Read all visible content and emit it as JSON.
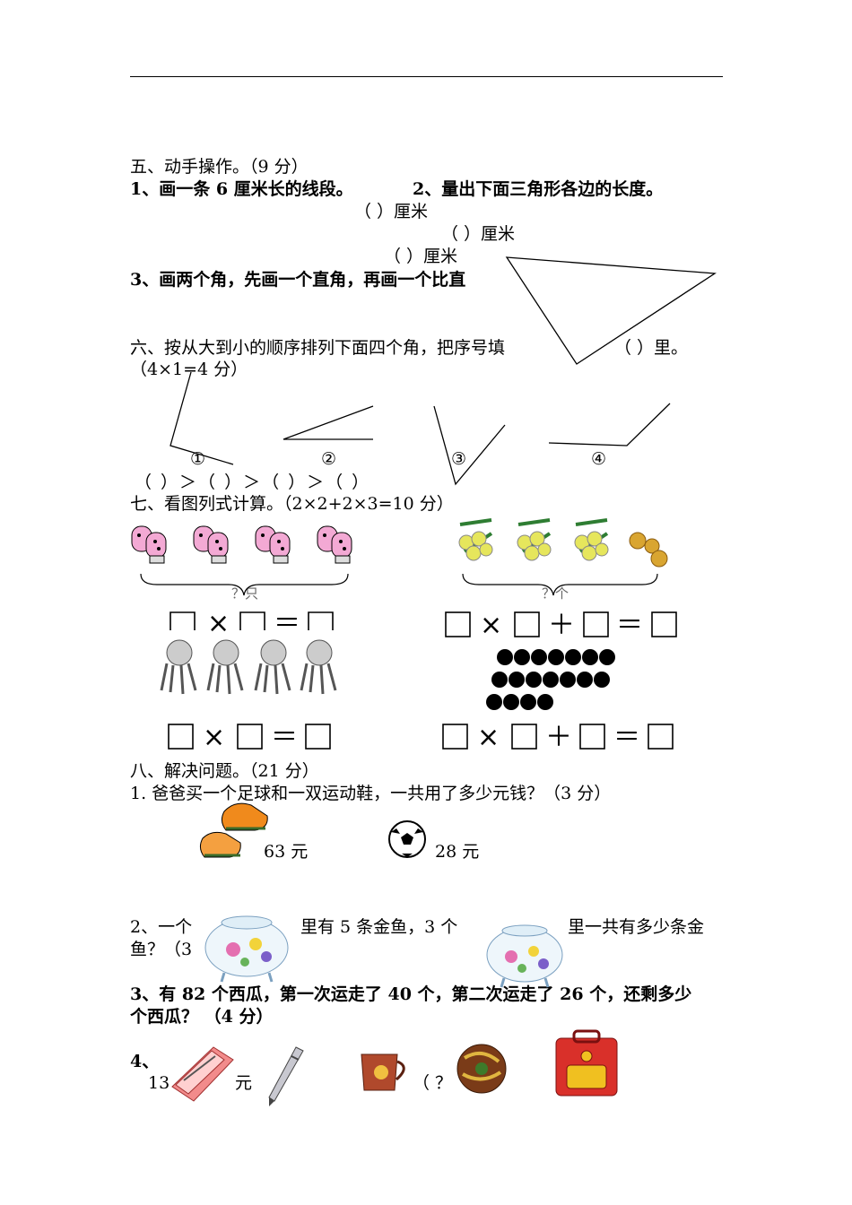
{
  "s5": {
    "heading": "五、动手操作。（9 分）",
    "q1": "1、画一条 6 厘米长的线段。",
    "q2": "2、量出下面三角形各边的长度。",
    "blank_a": "（ ）厘米",
    "blank_b": "（ ）厘米",
    "blank_c": "（ ）厘米",
    "q3": "3、画两个角，先画一个直角，再画一个比直"
  },
  "s6": {
    "heading": "六、按从大到小的顺序排列下面四个角，把序号填",
    "heading_end": "（ ）里。",
    "score": "（4×1=4 分）",
    "labels": [
      "①",
      "②",
      "③",
      "④"
    ],
    "order": "（ ）＞（ ）＞（ ）＞（ ）"
  },
  "s7": {
    "heading": "七、看图列式计算。（2×2+2×3=10 分）",
    "brace_left": "？只",
    "brace_right": "？个",
    "op_times": "×",
    "op_plus": "＋",
    "op_eq": "＝"
  },
  "s8": {
    "heading": "八、解决问题。（21 分）",
    "q1": "1. 爸爸买一个足球和一双运动鞋，一共用了多少元钱？（3 分）",
    "shoe_price": "63 元",
    "ball_price": "28 元",
    "q2_a": "2、一个",
    "q2_b": "里有 5 条金鱼，3 个",
    "q2_c": "里一共有多少条金",
    "q2_d": "鱼？（3",
    "q3_a": "3、有 82 个西瓜，第一次运走了 40 个，第二次运走了 26 个，还剩多少",
    "q3_b": "个西瓜？ （4 分）",
    "q4_a": "4、",
    "q4_b": "13",
    "q4_c": "元",
    "q4_d": "（ ？"
  }
}
